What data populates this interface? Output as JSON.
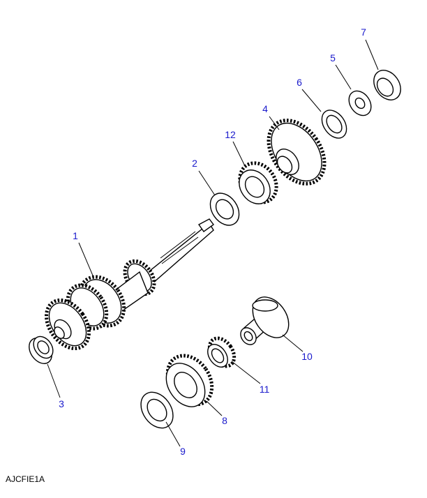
{
  "callouts": [
    {
      "id": "1",
      "text": "1"
    },
    {
      "id": "2",
      "text": "2"
    },
    {
      "id": "3",
      "text": "3"
    },
    {
      "id": "4",
      "text": "4"
    },
    {
      "id": "5",
      "text": "5"
    },
    {
      "id": "6",
      "text": "6"
    },
    {
      "id": "7",
      "text": "7"
    },
    {
      "id": "8",
      "text": "8"
    },
    {
      "id": "9",
      "text": "9"
    },
    {
      "id": "10",
      "text": "10"
    },
    {
      "id": "11",
      "text": "11"
    },
    {
      "id": "12",
      "text": "12"
    }
  ],
  "caption": "AJCFIE1A",
  "colors": {
    "callout": "#1a1acc",
    "line": "#000000"
  }
}
